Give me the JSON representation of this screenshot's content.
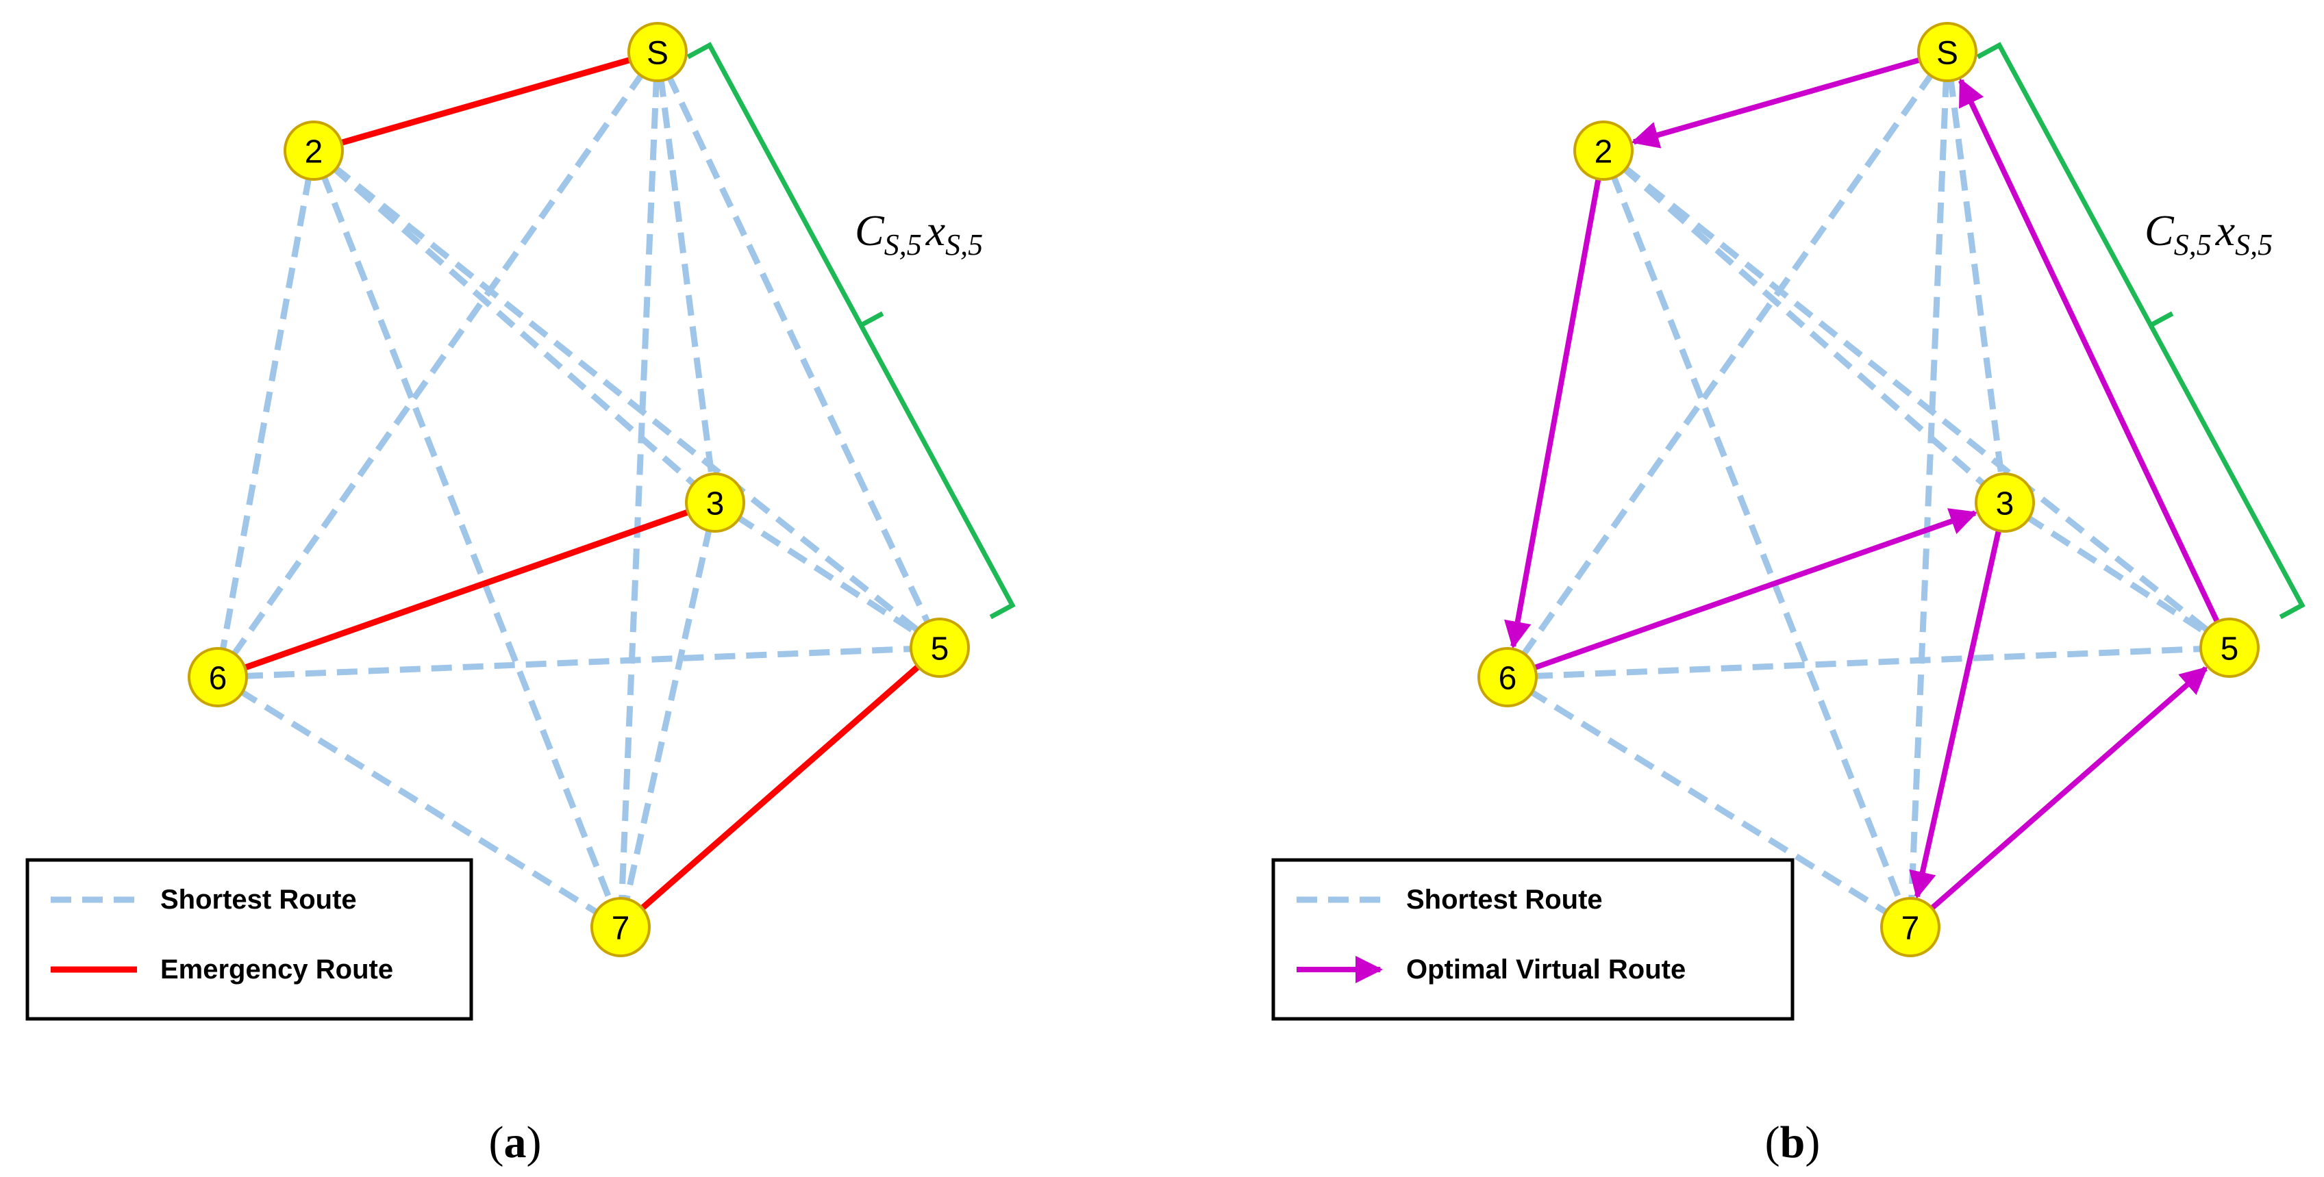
{
  "colors": {
    "shortest_route": "#9fc5e8",
    "emergency_route": "#ff0000",
    "optimal_virtual_route": "#cc00cc",
    "brace": "#1db954",
    "node_fill": "#ffff00",
    "node_stroke": "#c9a400"
  },
  "panels": [
    {
      "id": "a",
      "caption_open": "(",
      "caption_letter": "a",
      "caption_close": ")",
      "nodes": [
        {
          "id": "S",
          "label": "S"
        },
        {
          "id": "2",
          "label": "2"
        },
        {
          "id": "3",
          "label": "3"
        },
        {
          "id": "5",
          "label": "5"
        },
        {
          "id": "6",
          "label": "6"
        },
        {
          "id": "7",
          "label": "7"
        }
      ],
      "shortest_edges": [
        [
          "S",
          "6"
        ],
        [
          "S",
          "3"
        ],
        [
          "S",
          "7"
        ],
        [
          "S",
          "5"
        ],
        [
          "2",
          "6"
        ],
        [
          "2",
          "7"
        ],
        [
          "2",
          "3"
        ],
        [
          "2",
          "5"
        ],
        [
          "3",
          "7"
        ],
        [
          "3",
          "5"
        ],
        [
          "6",
          "5"
        ],
        [
          "6",
          "7"
        ]
      ],
      "highlight_type": "emergency",
      "highlight_edges": [
        [
          "2",
          "S"
        ],
        [
          "6",
          "3"
        ],
        [
          "7",
          "5"
        ]
      ],
      "brace_formula": {
        "base1": "C",
        "sub1": "S,5",
        "base2": "x",
        "sub2": "S,5"
      },
      "legend": [
        {
          "type": "shortest",
          "label": "Shortest Route"
        },
        {
          "type": "emergency",
          "label": "Emergency Route"
        }
      ]
    },
    {
      "id": "b",
      "caption_open": "(",
      "caption_letter": "b",
      "caption_close": ")",
      "nodes": [
        {
          "id": "S",
          "label": "S"
        },
        {
          "id": "2",
          "label": "2"
        },
        {
          "id": "3",
          "label": "3"
        },
        {
          "id": "5",
          "label": "5"
        },
        {
          "id": "6",
          "label": "6"
        },
        {
          "id": "7",
          "label": "7"
        }
      ],
      "shortest_edges": [
        [
          "S",
          "6"
        ],
        [
          "S",
          "3"
        ],
        [
          "S",
          "7"
        ],
        [
          "2",
          "7"
        ],
        [
          "2",
          "3"
        ],
        [
          "2",
          "5"
        ],
        [
          "3",
          "5"
        ],
        [
          "6",
          "5"
        ],
        [
          "6",
          "7"
        ]
      ],
      "highlight_type": "optimal",
      "highlight_edges": [
        [
          "S",
          "2"
        ],
        [
          "2",
          "6"
        ],
        [
          "6",
          "3"
        ],
        [
          "3",
          "7"
        ],
        [
          "7",
          "5"
        ],
        [
          "5",
          "S"
        ]
      ],
      "brace_formula": {
        "base1": "C",
        "sub1": "S,5",
        "base2": "x",
        "sub2": "S,5"
      },
      "legend": [
        {
          "type": "shortest",
          "label": "Shortest Route"
        },
        {
          "type": "optimal",
          "label": "Optimal Virtual Route"
        }
      ]
    }
  ]
}
